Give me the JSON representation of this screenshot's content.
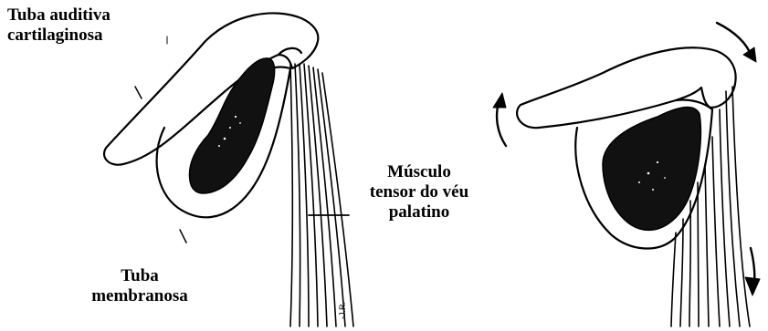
{
  "labels": {
    "tuba_auditiva": [
      "Tuba auditiva",
      "cartilaginosa"
    ],
    "musculo": [
      "Músculo",
      "tensor do véu",
      "palatino"
    ],
    "tuba_membranosa": [
      "Tuba",
      "membranosa"
    ]
  },
  "signature": "-J.R.-",
  "colors": {
    "ink": "#000000",
    "paper": "#ffffff"
  }
}
